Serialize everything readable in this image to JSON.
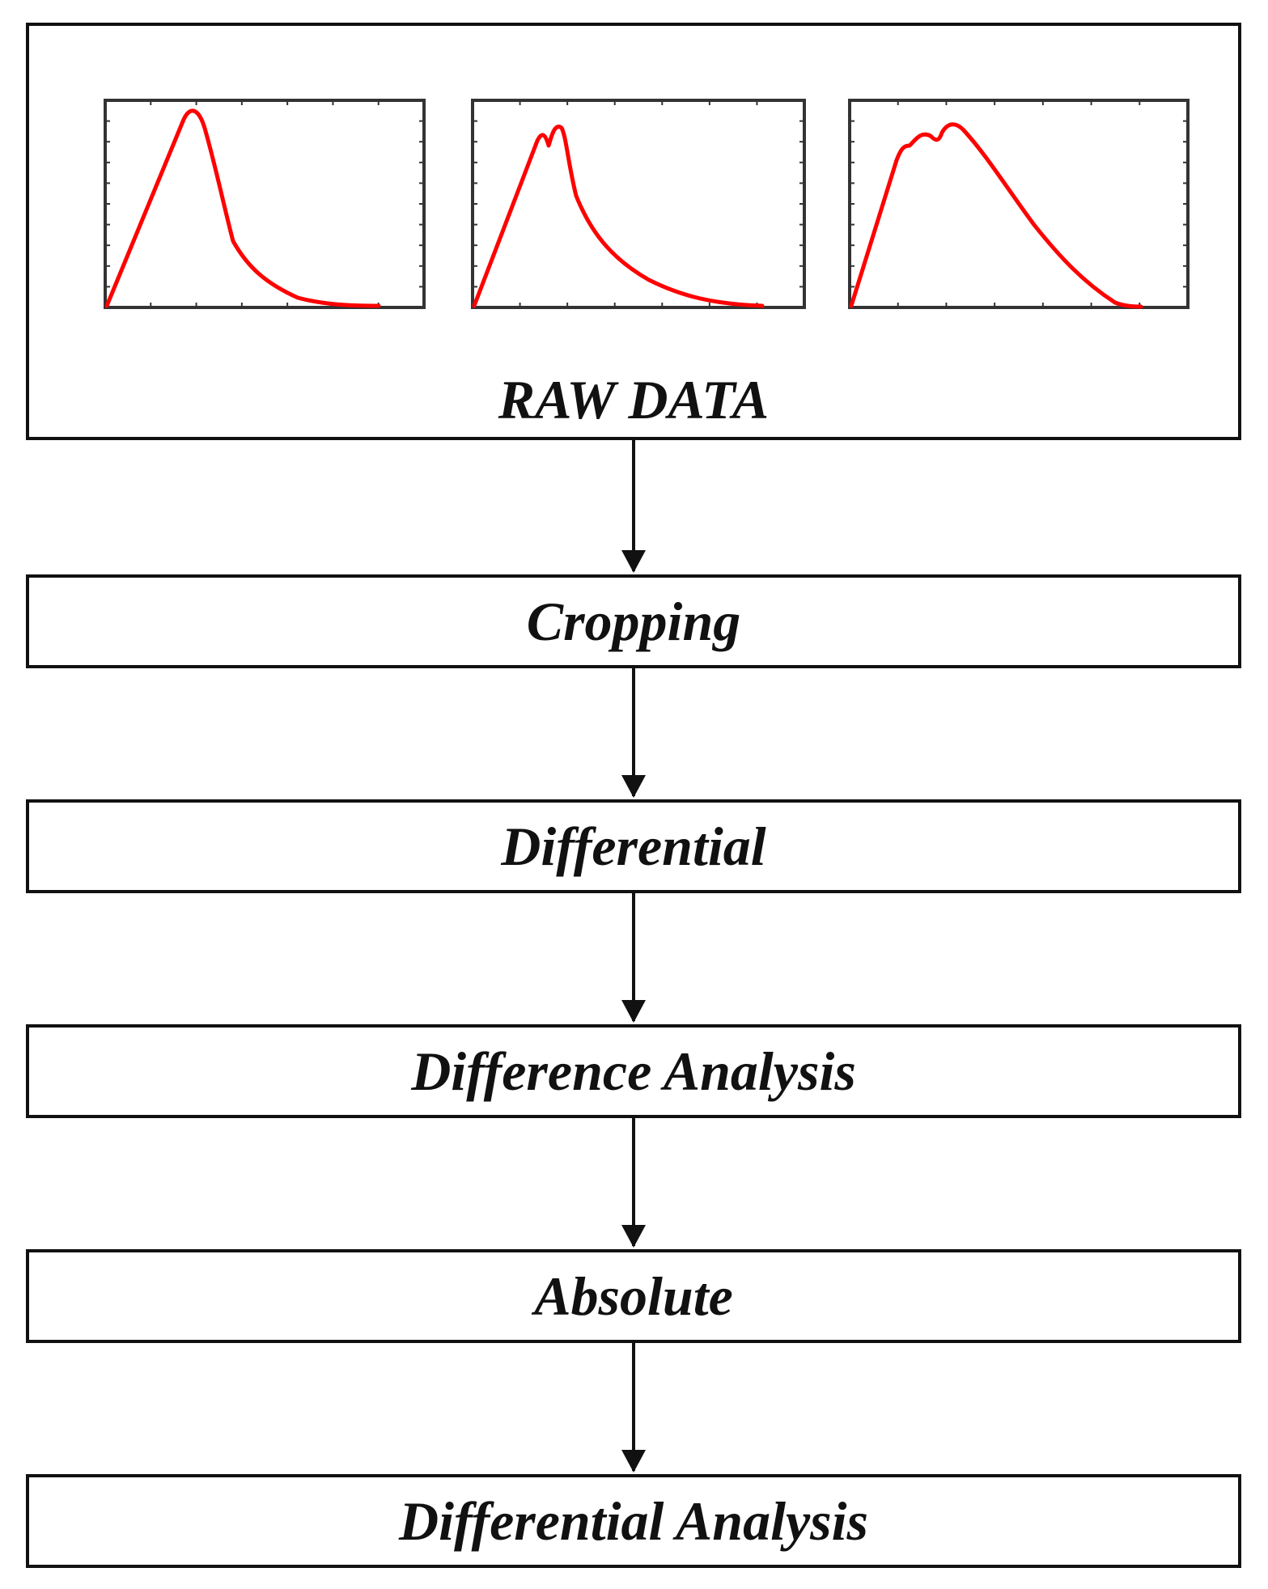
{
  "diagram": {
    "raw_box": {
      "title": "RAW DATA",
      "curve_color": "#ff0000",
      "frame_color": "#333333"
    },
    "steps": [
      {
        "label": "Cropping"
      },
      {
        "label": "Differential"
      },
      {
        "label": "Difference Analysis"
      },
      {
        "label": "Absolute"
      },
      {
        "label": "Differential Analysis"
      }
    ]
  }
}
